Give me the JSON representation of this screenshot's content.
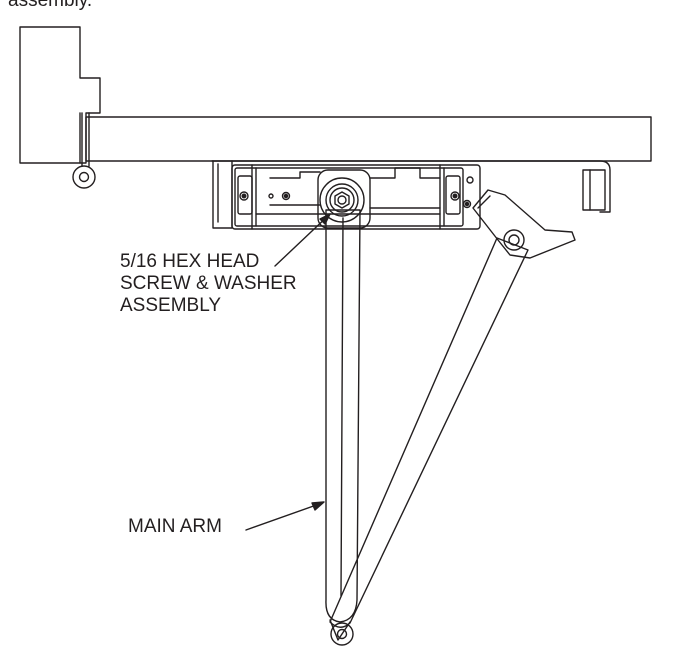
{
  "caption_fragment": "assembly.",
  "labels": {
    "hex_head_line1": "5/16 HEX HEAD",
    "hex_head_line2": "SCREW & WASHER",
    "hex_head_line3": "ASSEMBLY",
    "main_arm": "MAIN ARM"
  },
  "colors": {
    "line": "#231f20",
    "background": "#ffffff"
  }
}
